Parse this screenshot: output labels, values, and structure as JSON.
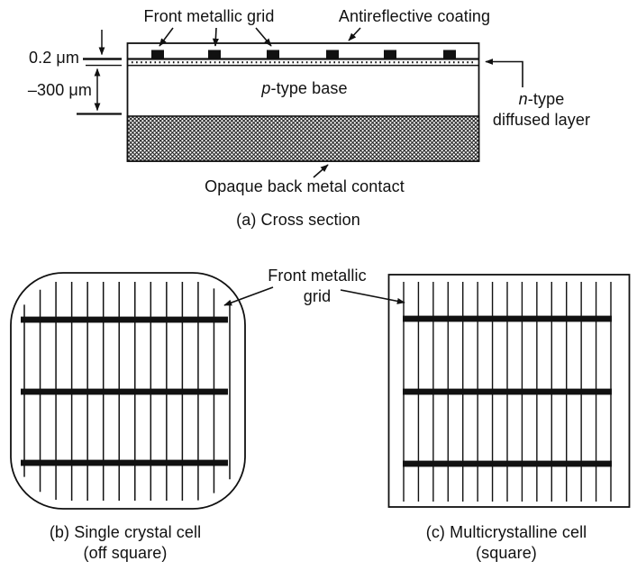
{
  "palette": {
    "ink": "#111111",
    "background": "#ffffff"
  },
  "cross_section": {
    "caption": "(a) Cross section",
    "front_grid_label": "Front metallic grid",
    "antireflective_label": "Antireflective coating",
    "thickness_top": "0.2 μm",
    "thickness_base": "–300 μm",
    "p_base": {
      "prefix": "p",
      "rest": "-type base"
    },
    "n_layer": {
      "prefix": "n",
      "rest": "-type",
      "line2": "diffused layer"
    },
    "back_contact_label": "Opaque back metal contact",
    "contact_count": 6
  },
  "cells": {
    "pointer_label": {
      "line1": "Front metallic",
      "line2": "grid"
    },
    "single_crystal": {
      "caption": "(b) Single crystal cell",
      "caption2": "(off square)",
      "finger_count": 14,
      "busbar_count": 3
    },
    "multicrystalline": {
      "caption": "(c) Multicrystalline cell",
      "caption2": "(square)",
      "finger_count": 15,
      "busbar_count": 3
    }
  }
}
